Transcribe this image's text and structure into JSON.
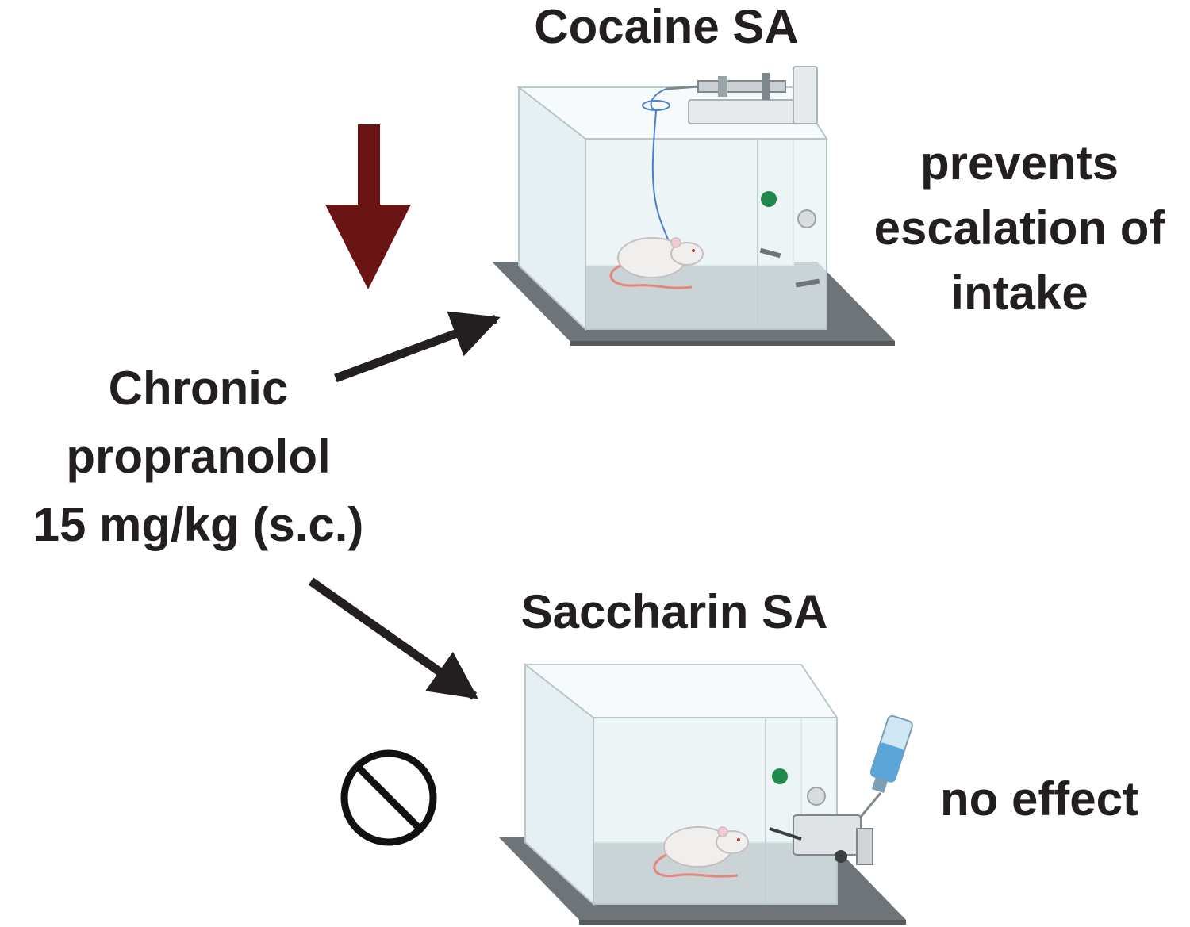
{
  "top_panel": {
    "title": "Cocaine SA",
    "outcome_lines": [
      "prevents",
      "escalation of",
      "intake"
    ]
  },
  "bottom_panel": {
    "title": "Saccharin SA",
    "outcome": "no effect"
  },
  "treatment": {
    "lines": [
      "Chronic",
      "propranolol",
      "15 mg/kg (s.c.)"
    ]
  },
  "colors": {
    "decrease_arrow": "#6b1414",
    "pointer_arrow": "#231f20",
    "floor": "#6e7478",
    "box_glass": "#eaf3f6",
    "box_edge": "#b9c6cb",
    "green_light": "#1f8a4c",
    "bottle": "#5aa6d8"
  },
  "icons": {
    "decrease": "down-arrow-icon",
    "no_effect": "no-symbol-icon"
  }
}
